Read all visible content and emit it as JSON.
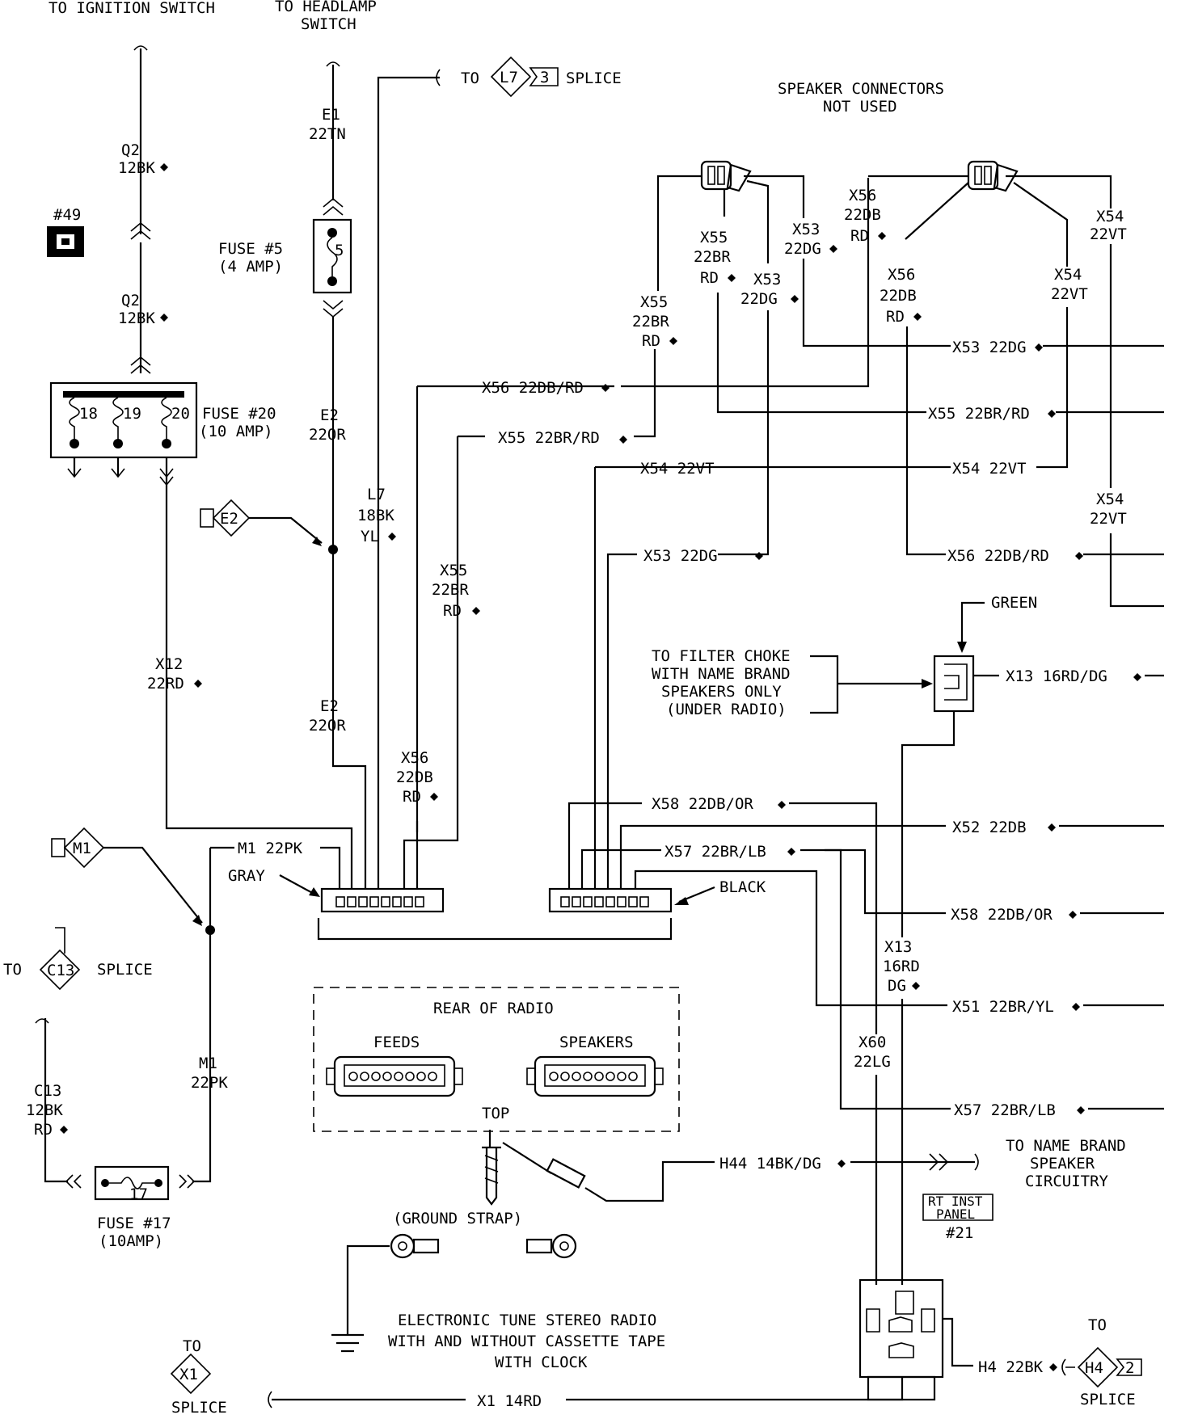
{
  "top": {
    "ignition": "TO IGNITION SWITCH",
    "headlamp_1": "TO HEADLAMP",
    "headlamp_2": "SWITCH",
    "l7_to": "TO",
    "l7_conn": "L7",
    "l7_pin": "3",
    "l7_splice": "SPLICE"
  },
  "connector_49": "#49",
  "wires_left": {
    "q2a_1": "Q2",
    "q2a_2": "12BK",
    "q2b_1": "Q2",
    "q2b_2": "12BK",
    "e1_1": "E1",
    "e1_2": "22TN",
    "fuse5_1": "FUSE #5",
    "fuse5_2": "(4 AMP)",
    "fuse5_num": "5",
    "fuse20_1": "FUSE #20",
    "fuse20_2": "(10 AMP)",
    "cav18": "18",
    "cav19": "19",
    "cav20": "20",
    "e2a_1": "E2",
    "e2a_2": "22OR",
    "e2_conn": "E2",
    "l7_1": "L7",
    "l7_2": "18BK",
    "l7_3": "YL",
    "x55_1": "X55",
    "x55_2": "22BR",
    "x55_3": "RD",
    "x12_1": "X12",
    "x12_2": "22RD",
    "e2b_1": "E2",
    "e2b_2": "22OR",
    "x56_1": "X56",
    "x56_2": "22DB",
    "x56_3": "RD",
    "m1_conn": "M1",
    "m1_h": "M1 22PK",
    "gray": "GRAY",
    "c13_to": "TO",
    "c13_conn": "C13",
    "c13_splice": "SPLICE",
    "c13w_1": "C13",
    "c13w_2": "12BK",
    "c13w_3": "RD",
    "m1v_1": "M1",
    "m1v_2": "22PK",
    "fuse17_num": "17",
    "fuse17_1": "FUSE #17",
    "fuse17_2": "(10AMP)"
  },
  "wires_mid": {
    "x56_h": "X56 22DB/RD",
    "x55_h": "X55 22BR/RD",
    "x54_h": "X54 22VT",
    "x53_h": "X53 22DG",
    "x55v_1": "X55",
    "x55v_2": "22BR",
    "x55v_3": "RD",
    "x55t_1": "X55",
    "x55t_2": "22BR",
    "x55t_3": "RD",
    "x53a_1": "X53",
    "x53a_2": "22DG",
    "x53b_1": "X53",
    "x53b_2": "22DG",
    "x56a_1": "X56",
    "x56a_2": "22DB",
    "x56a_3": "RD",
    "x56b_1": "X56",
    "x56b_2": "22DB",
    "x56b_3": "RD",
    "x54a_1": "X54",
    "x54a_2": "22VT",
    "x54b_1": "X54",
    "x54b_2": "22VT",
    "x54c_1": "X54",
    "x54c_2": "22VT",
    "speaker_1": "SPEAKER CONNECTORS",
    "speaker_2": "NOT USED"
  },
  "wires_right": {
    "r_x53": "X53 22DG",
    "r_x55": "X55 22BR/RD",
    "r_x54": "X54 22VT",
    "r_x56": "X56 22DB/RD",
    "green": "GREEN",
    "choke_1": "TO FILTER CHOKE",
    "choke_2": "WITH NAME BRAND",
    "choke_3": "SPEAKERS ONLY",
    "choke_4": "(UNDER RADIO)",
    "x13": "X13 16RD/DG",
    "x58": "X58 22DB/OR",
    "x52": "X52 22DB",
    "x57": "X57 22BR/LB",
    "black": "BLACK",
    "x58r": "X58 22DB/OR",
    "x13v_1": "X13",
    "x13v_2": "16RD",
    "x13v_3": "DG",
    "x51": "X51 22BR/YL",
    "x60_1": "X60",
    "x60_2": "22LG",
    "x57r": "X57 22BR/LB"
  },
  "bottom": {
    "rear": "REAR OF RADIO",
    "feeds": "FEEDS",
    "speakers": "SPEAKERS",
    "top": "TOP",
    "h44": "H44 14BK/DG",
    "namebrand_1": "TO NAME BRAND",
    "namebrand_2": "SPEAKER",
    "namebrand_3": "CIRCUITRY",
    "rt_1": "RT INST",
    "rt_2": "PANEL",
    "rt_3": "#21",
    "ground_strap": "(GROUND STRAP)",
    "title_1": "ELECTRONIC TUNE STEREO RADIO",
    "title_2": "WITH AND WITHOUT CASSETTE TAPE",
    "title_3": "WITH CLOCK",
    "h4": "H4 22BK",
    "h4_to": "TO",
    "h4_conn": "H4",
    "h4_pin": "2",
    "h4_splice": "SPLICE",
    "x1_to": "TO",
    "x1_conn": "X1",
    "x1_splice": "SPLICE",
    "x1": "X1 14RD"
  }
}
